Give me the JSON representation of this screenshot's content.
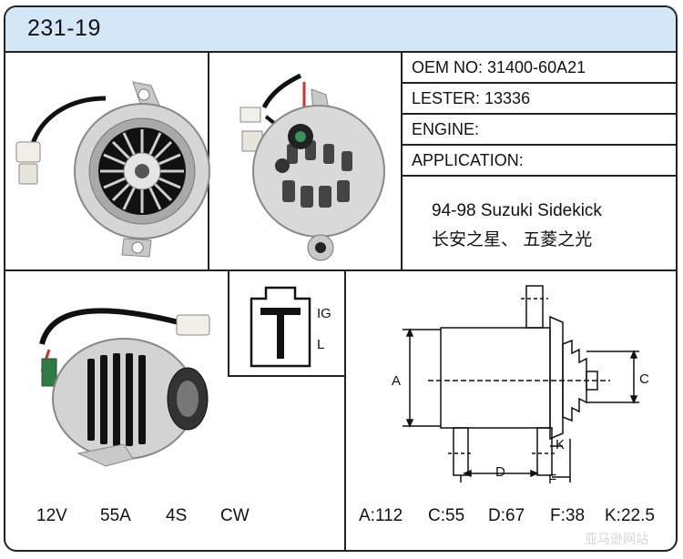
{
  "header": {
    "title": "231-19"
  },
  "specs": {
    "oem": "OEM NO: 31400-60A21",
    "lester": "LESTER: 13336",
    "engine": "ENGINE:",
    "application": "APPLICATION:"
  },
  "application_lines": [
    "94-98 Suzuki Sidekick",
    "长安之星、 五菱之光"
  ],
  "connector": {
    "terminal_1": "IG",
    "terminal_2": "L"
  },
  "electrical": {
    "voltage": "12V",
    "amperage": "55A",
    "pulley": "4S",
    "rotation": "CW"
  },
  "diagram_labels": {
    "a": "A",
    "c": "C",
    "d": "D",
    "f": "F",
    "k": "K"
  },
  "dimensions": {
    "a": "A:112",
    "c": "C:55",
    "d": "D:67",
    "f": "F:38",
    "k": "K:22.5"
  },
  "watermark": "亚马逊网站"
}
